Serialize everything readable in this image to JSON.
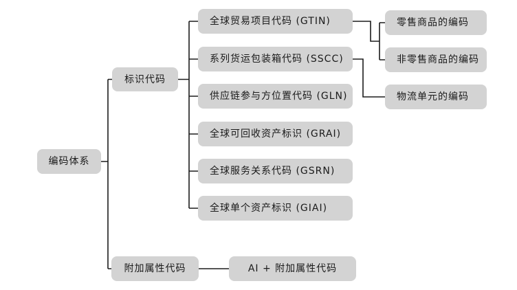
{
  "diagram": {
    "title_semantic": "GS1 coding system hierarchy",
    "colors": {
      "background": "#ffffff",
      "node_fill": "#d3d3d3",
      "line": "#1b1b1b",
      "text": "#1a1a1a"
    },
    "root": {
      "label": "编码体系"
    },
    "branches": {
      "identification": {
        "label": "标识代码"
      },
      "additional": {
        "label": "附加属性代码"
      }
    },
    "identification_codes": [
      {
        "label": "全球贸易项目代码 (GTIN)"
      },
      {
        "label": "系列货运包装箱代码 (SSCC)"
      },
      {
        "label": "供应链参与方位置代码 (GLN)"
      },
      {
        "label": "全球可回收资产标识 (GRAI)"
      },
      {
        "label": "全球服务关系代码 (GSRN)"
      },
      {
        "label": "全球单个资产标识 (GIAI)"
      }
    ],
    "gtin_children": [
      {
        "label": "零售商品的编码"
      },
      {
        "label": "非零售商品的编码"
      }
    ],
    "sscc_children": [
      {
        "label": "物流单元的编码"
      }
    ],
    "additional_child": {
      "label": "AI + 附加属性代码"
    }
  }
}
